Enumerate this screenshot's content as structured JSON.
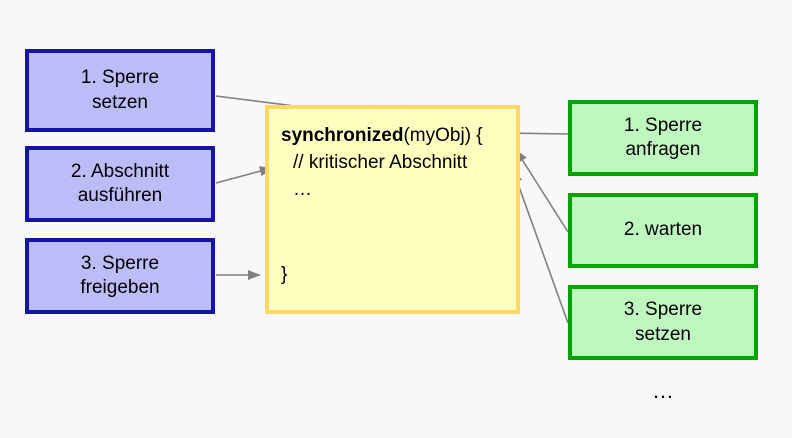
{
  "diagram": {
    "title": "synchronized block lock sequence",
    "background_color": "#f8f8f8",
    "left_column": {
      "fill_color": "#bcbcf8",
      "border_color": "#1515a5",
      "boxes": [
        {
          "line1": "1. Sperre",
          "line2": "setzen"
        },
        {
          "line1": "2. Abschnitt",
          "line2": "ausführen"
        },
        {
          "line1": "3. Sperre",
          "line2": "freigeben"
        }
      ]
    },
    "code_block": {
      "fill_color": "#ffffbf",
      "border_color": "#ffd966",
      "keyword": "synchronized",
      "line1_rest": "(myObj) {",
      "line2": "// kritischer Abschnitt",
      "line3": "…",
      "line4": "}"
    },
    "right_column": {
      "fill_color": "#bff8bf",
      "border_color": "#00a400",
      "boxes": [
        {
          "line1": "1. Sperre",
          "line2": "anfragen"
        },
        {
          "line1": "2. warten",
          "line2": ""
        },
        {
          "line1": "3. Sperre",
          "line2": "setzen"
        }
      ],
      "trailing_ellipsis": "…"
    },
    "arrows": {
      "color": "#808080",
      "items": [
        {
          "name": "arrow-lock-set-to-synchronized"
        },
        {
          "name": "arrow-execute-to-critical-section"
        },
        {
          "name": "arrow-release-to-closing-brace"
        },
        {
          "name": "arrow-request-lock-to-synchronized"
        },
        {
          "name": "arrow-wait-to-synchronized"
        },
        {
          "name": "arrow-set-lock-to-synchronized"
        }
      ]
    }
  }
}
